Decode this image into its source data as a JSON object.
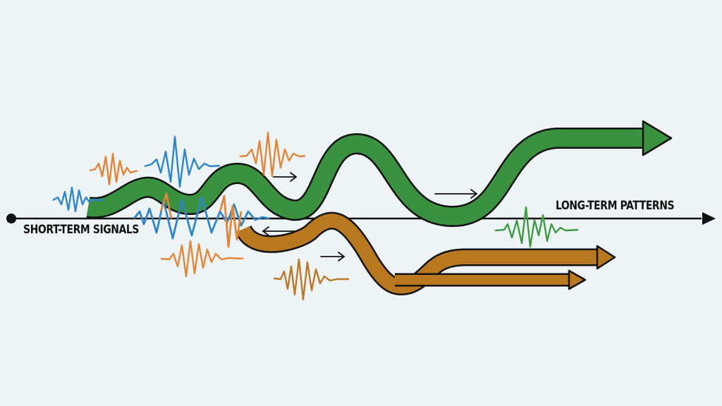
{
  "diagram": {
    "labels": {
      "left": "SHORT-TERM SIGNALS",
      "right": "LONG-TERM PATTERNS"
    },
    "colors": {
      "background": "#eef3f5",
      "axis": "#111111",
      "green_band": "#3a9140",
      "brown_band": "#b8781f",
      "signal_blue": "#2f86c6",
      "signal_orange": "#e0863a",
      "signal_green": "#3f9a45",
      "signal_brown": "#b87a2a"
    },
    "elements": [
      "timeline-axis with start dot and end arrowhead",
      "green wavy band arrow toward long-term",
      "brown wavy band splitting into two arrows",
      "noisy short-term signal bursts (blue, orange, green, brown)",
      "small direction arrows"
    ]
  }
}
